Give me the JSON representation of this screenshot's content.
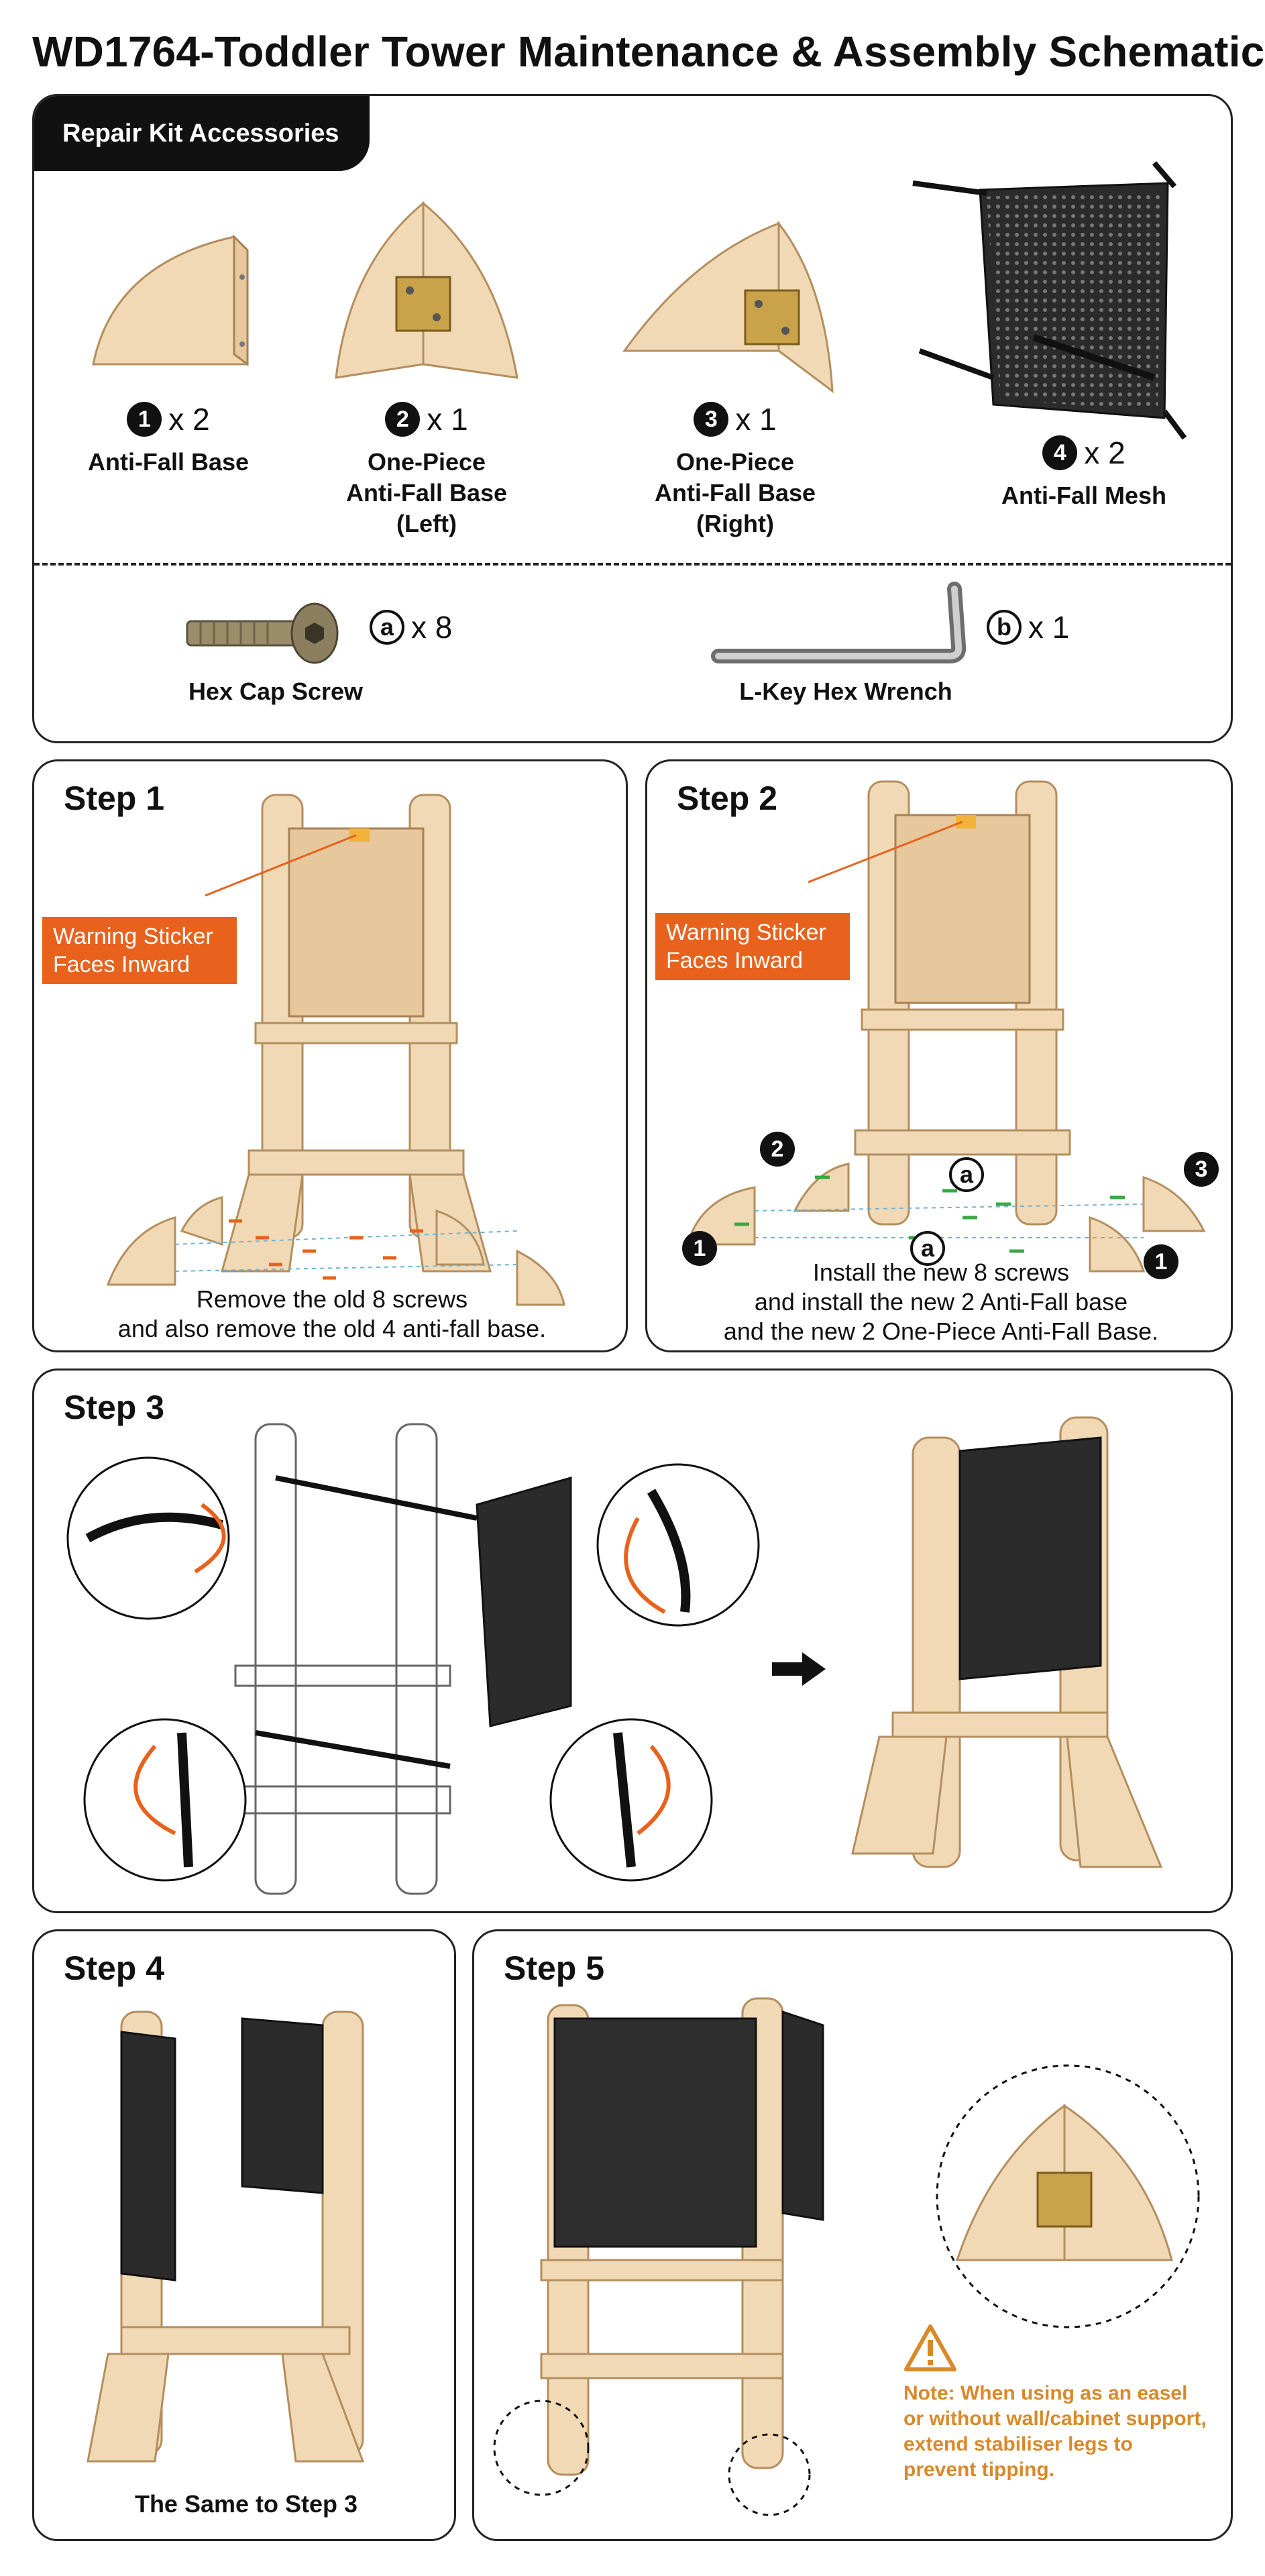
{
  "title": "WD1764-Toddler Tower Maintenance & Assembly Schematic",
  "kit": {
    "tab_label": "Repair Kit Accessories",
    "items": [
      {
        "num": "1",
        "qty": "x 2",
        "label_lines": [
          "Anti-Fall Base"
        ]
      },
      {
        "num": "2",
        "qty": "x 1",
        "label_lines": [
          "One-Piece",
          "Anti-Fall Base",
          "(Left)"
        ]
      },
      {
        "num": "3",
        "qty": "x 1",
        "label_lines": [
          "One-Piece",
          "Anti-Fall Base",
          "(Right)"
        ]
      },
      {
        "num": "4",
        "qty": "x 2",
        "label_lines": [
          "Anti-Fall Mesh"
        ]
      }
    ],
    "tools": [
      {
        "letter": "a",
        "qty": "x 8",
        "label": "Hex Cap Screw"
      },
      {
        "letter": "b",
        "qty": "x 1",
        "label": "L-Key Hex Wrench"
      }
    ]
  },
  "step1": {
    "title": "Step 1",
    "warning": "Warning Sticker Faces Inward",
    "caption_lines": [
      "Remove the old 8 screws",
      "and also remove the old 4 anti-fall base."
    ]
  },
  "step2": {
    "title": "Step 2",
    "warning": "Warning Sticker Faces Inward",
    "caption_lines": [
      "Install the new 8 screws",
      "and install the new 2 Anti-Fall base",
      "and the new 2 One-Piece Anti-Fall Base."
    ],
    "markers": [
      "1",
      "2",
      "3",
      "1"
    ],
    "screw_marker": "a"
  },
  "step3": {
    "title": "Step 3"
  },
  "step4": {
    "title": "Step 4",
    "caption": "The Same to Step 3"
  },
  "step5": {
    "title": "Step 5",
    "note_lines": [
      "Note: When using as an easel",
      "or without wall/cabinet support,",
      "extend stabiliser legs to",
      "prevent tipping."
    ]
  },
  "colors": {
    "accent_orange": "#e8621e",
    "note_amber": "#d9892a",
    "wood": "#f1d9b6",
    "mesh": "#2b2b2b"
  }
}
